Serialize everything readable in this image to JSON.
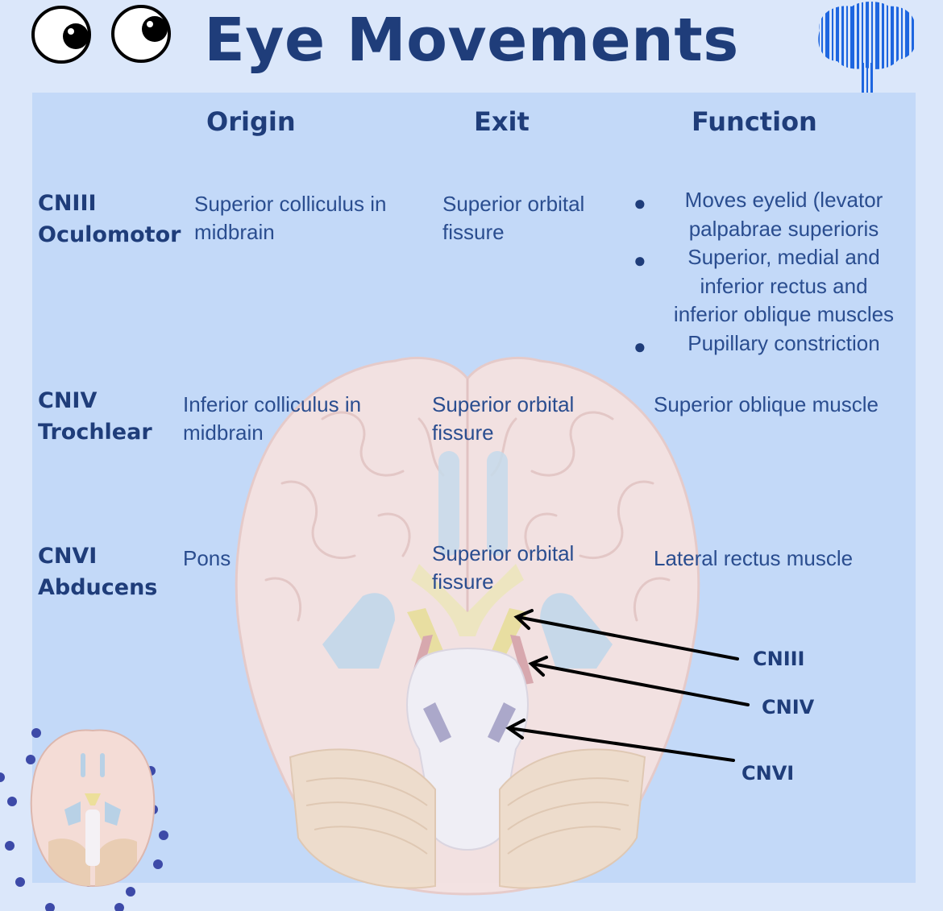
{
  "title": "Eye Movements",
  "headers": {
    "origin": "Origin",
    "exit": "Exit",
    "function": "Function"
  },
  "rows": [
    {
      "nerve_code": "CNIII",
      "nerve_name": "Oculomotor",
      "origin": [
        "Superior colliculus in",
        "midbrain"
      ],
      "exit": [
        "Superior orbital",
        "fissure"
      ],
      "functions": [
        [
          "Moves eyelid (levator",
          "palpabrae superioris"
        ],
        [
          "Superior, medial and",
          "inferior rectus and",
          "inferior oblique muscles"
        ],
        [
          "Pupillary constriction"
        ]
      ]
    },
    {
      "nerve_code": "CNIV",
      "nerve_name": "Trochlear",
      "origin": [
        "Inferior colliculus in",
        "midbrain"
      ],
      "exit": [
        "Superior orbital",
        "fissure"
      ],
      "function": "Superior oblique muscle"
    },
    {
      "nerve_code": "CNVI",
      "nerve_name": "Abducens",
      "origin": [
        "Pons"
      ],
      "exit": [
        "Superior orbital",
        "fissure"
      ],
      "function": "Lateral rectus muscle"
    }
  ],
  "diagram_labels": {
    "cn3": "CNIII",
    "cn4": "CNIV",
    "cn6": "CNVI"
  },
  "icons": {
    "eyes": "googly-eyes-icon",
    "brain": "brain-barcode-icon",
    "brain_illustration": "brain-inferior-view-illustration"
  },
  "colors": {
    "background": "#dbe7fa",
    "panel": "#c3d9f8",
    "heading": "#1f3d7a",
    "text": "#2a4d8f",
    "accent": "#1e66e0"
  }
}
